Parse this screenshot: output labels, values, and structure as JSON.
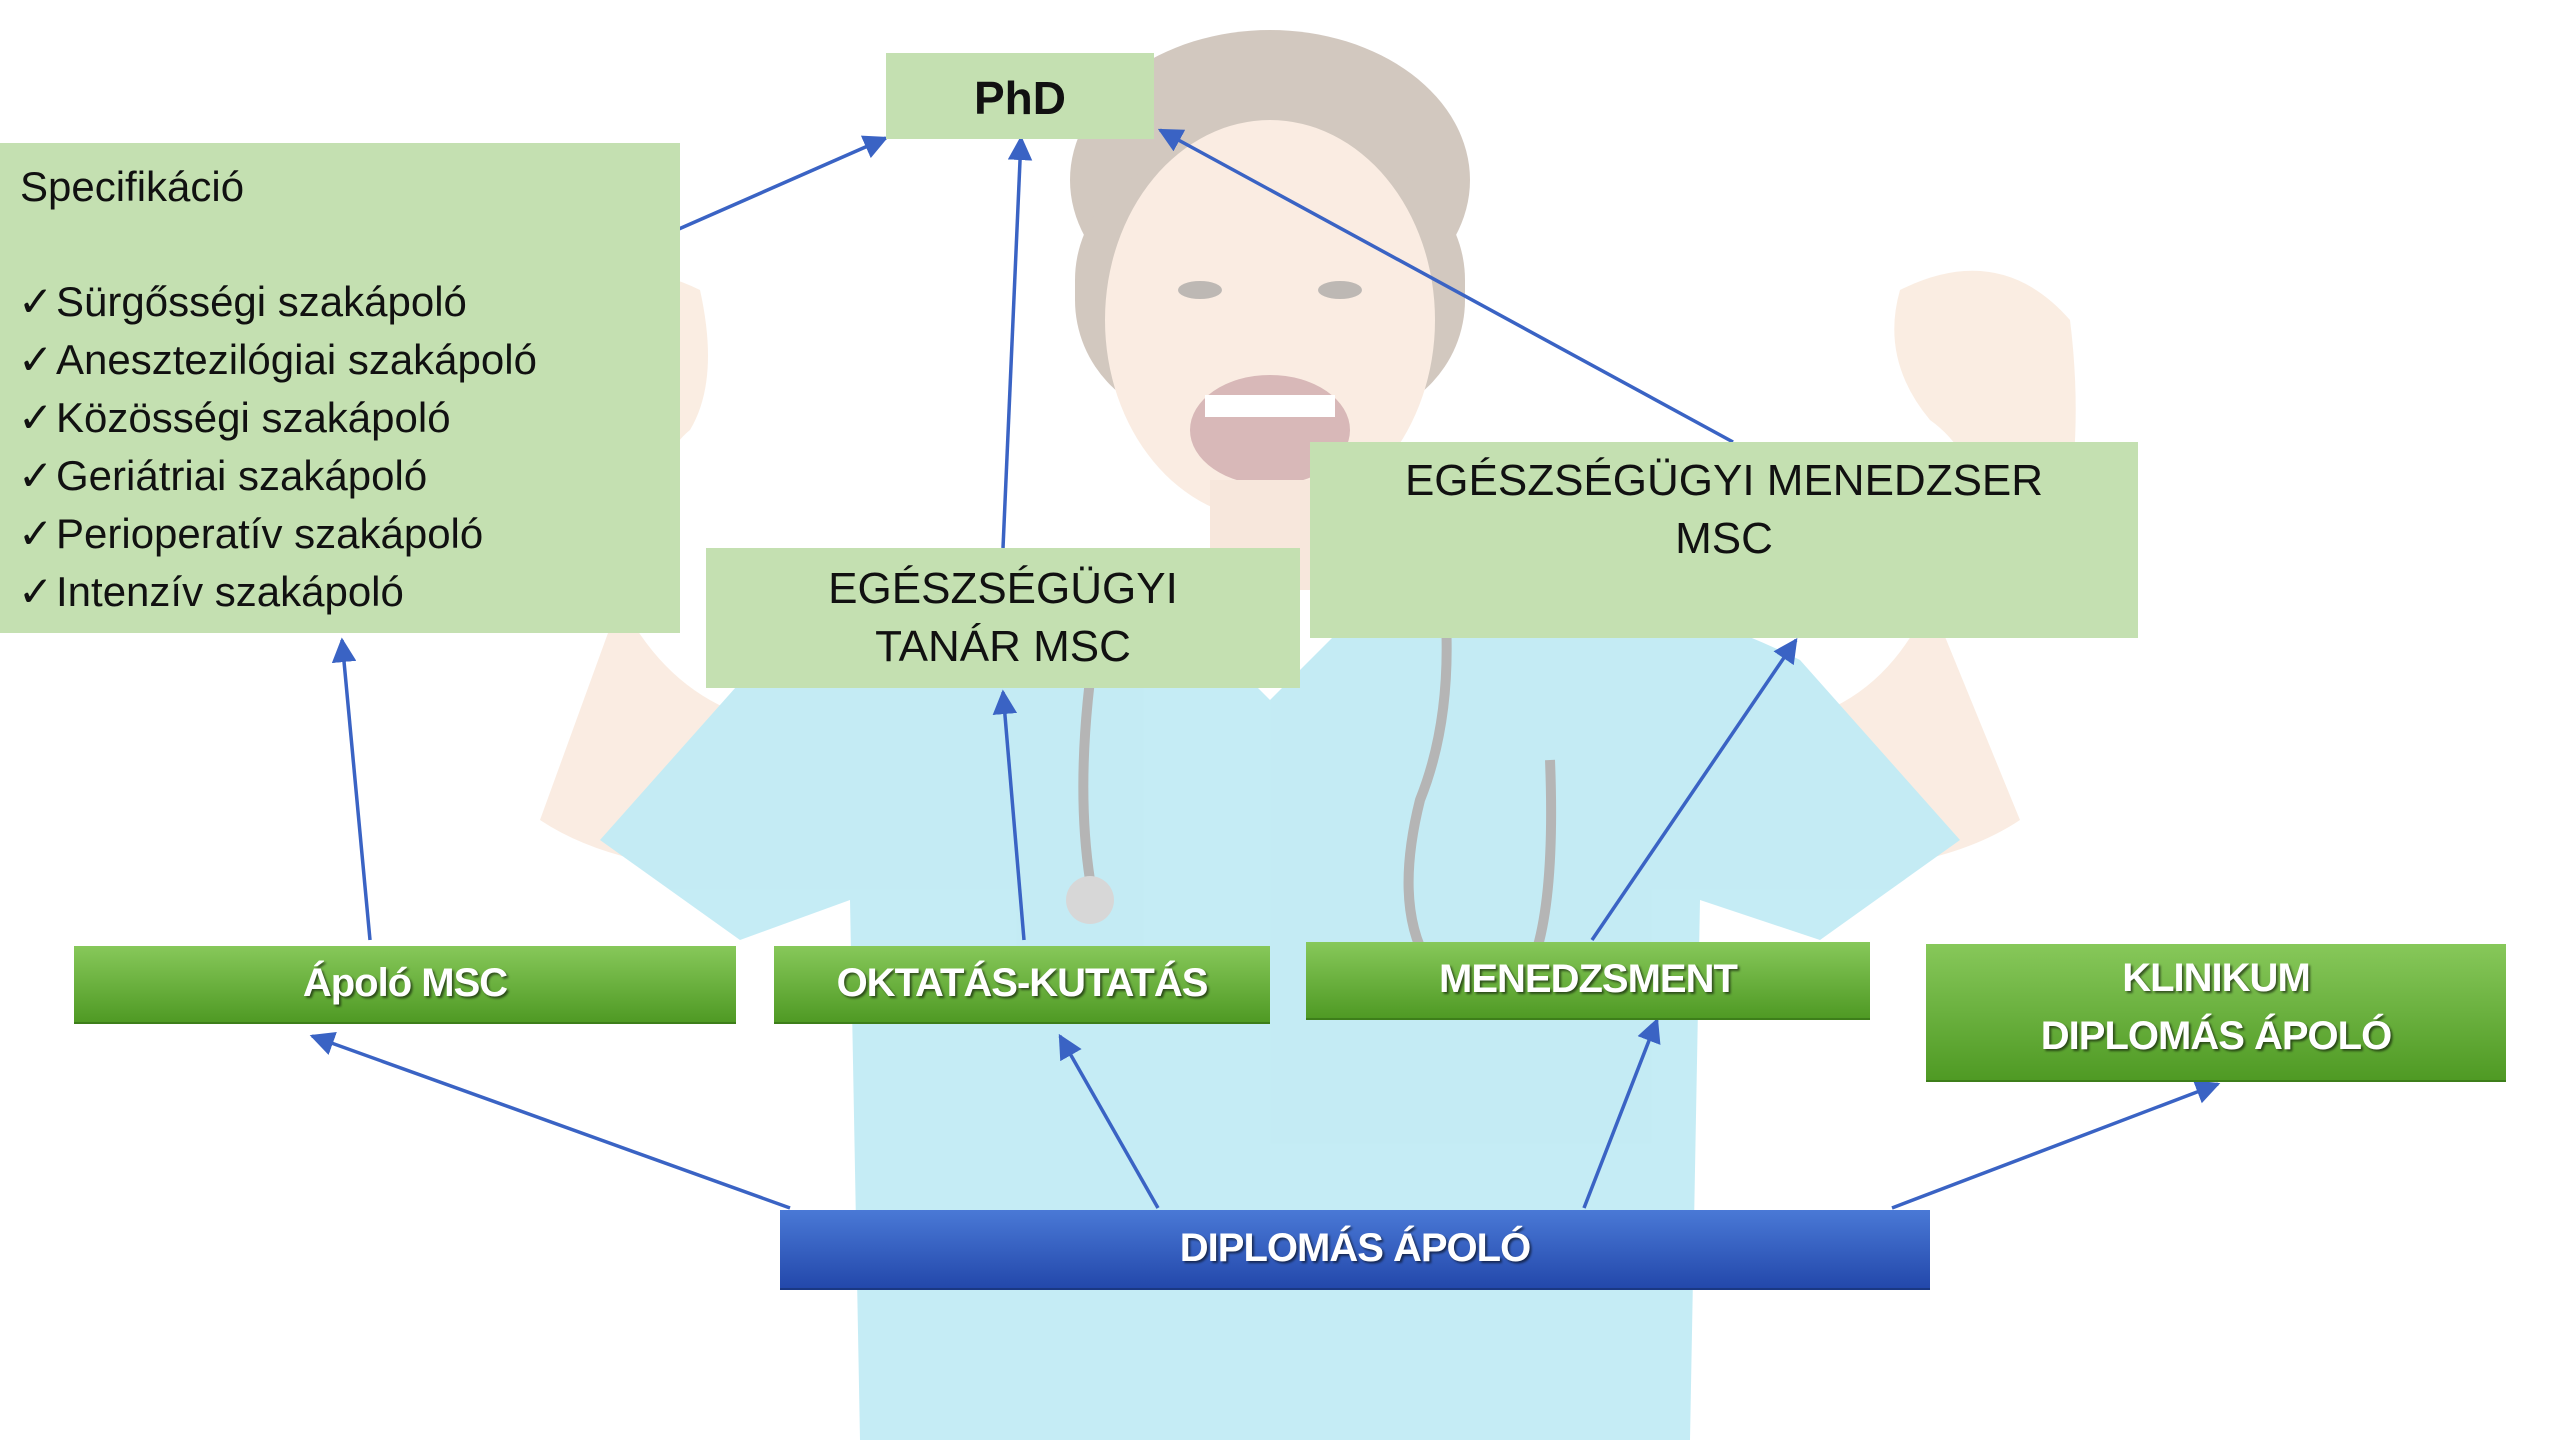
{
  "nodes": {
    "phd": "PhD",
    "spec_title": "Specifikáció",
    "spec_items": [
      "Sürgősségi szakápoló",
      "Anesztezilógiai szakápoló",
      "Közösségi szakápoló",
      "Geriátriai szakápoló",
      "Perioperatív szakápoló",
      "Intenzív szakápoló"
    ],
    "teacher_msc": [
      "EGÉSZSÉGÜGYI",
      "TANÁR MSC"
    ],
    "manager_msc": [
      "EGÉSZSÉGÜGYI MENEDZSER",
      "MSC"
    ],
    "apolo_msc": "Ápoló MSC",
    "oktatas": "OKTATÁS-KUTATÁS",
    "menedzsment": "MENEDZSMENT",
    "klinikum": [
      "KLINIKUM",
      "DIPLOMÁS ÁPOLÓ"
    ],
    "diplomas": "DIPLOMÁS ÁPOLÓ"
  },
  "colors": {
    "light_box": "#c4e0b1",
    "green_box": "#5ea832",
    "blue_box": "#2e57bd",
    "arrow": "#3a63c4"
  },
  "icons": {
    "check": "check-icon"
  }
}
